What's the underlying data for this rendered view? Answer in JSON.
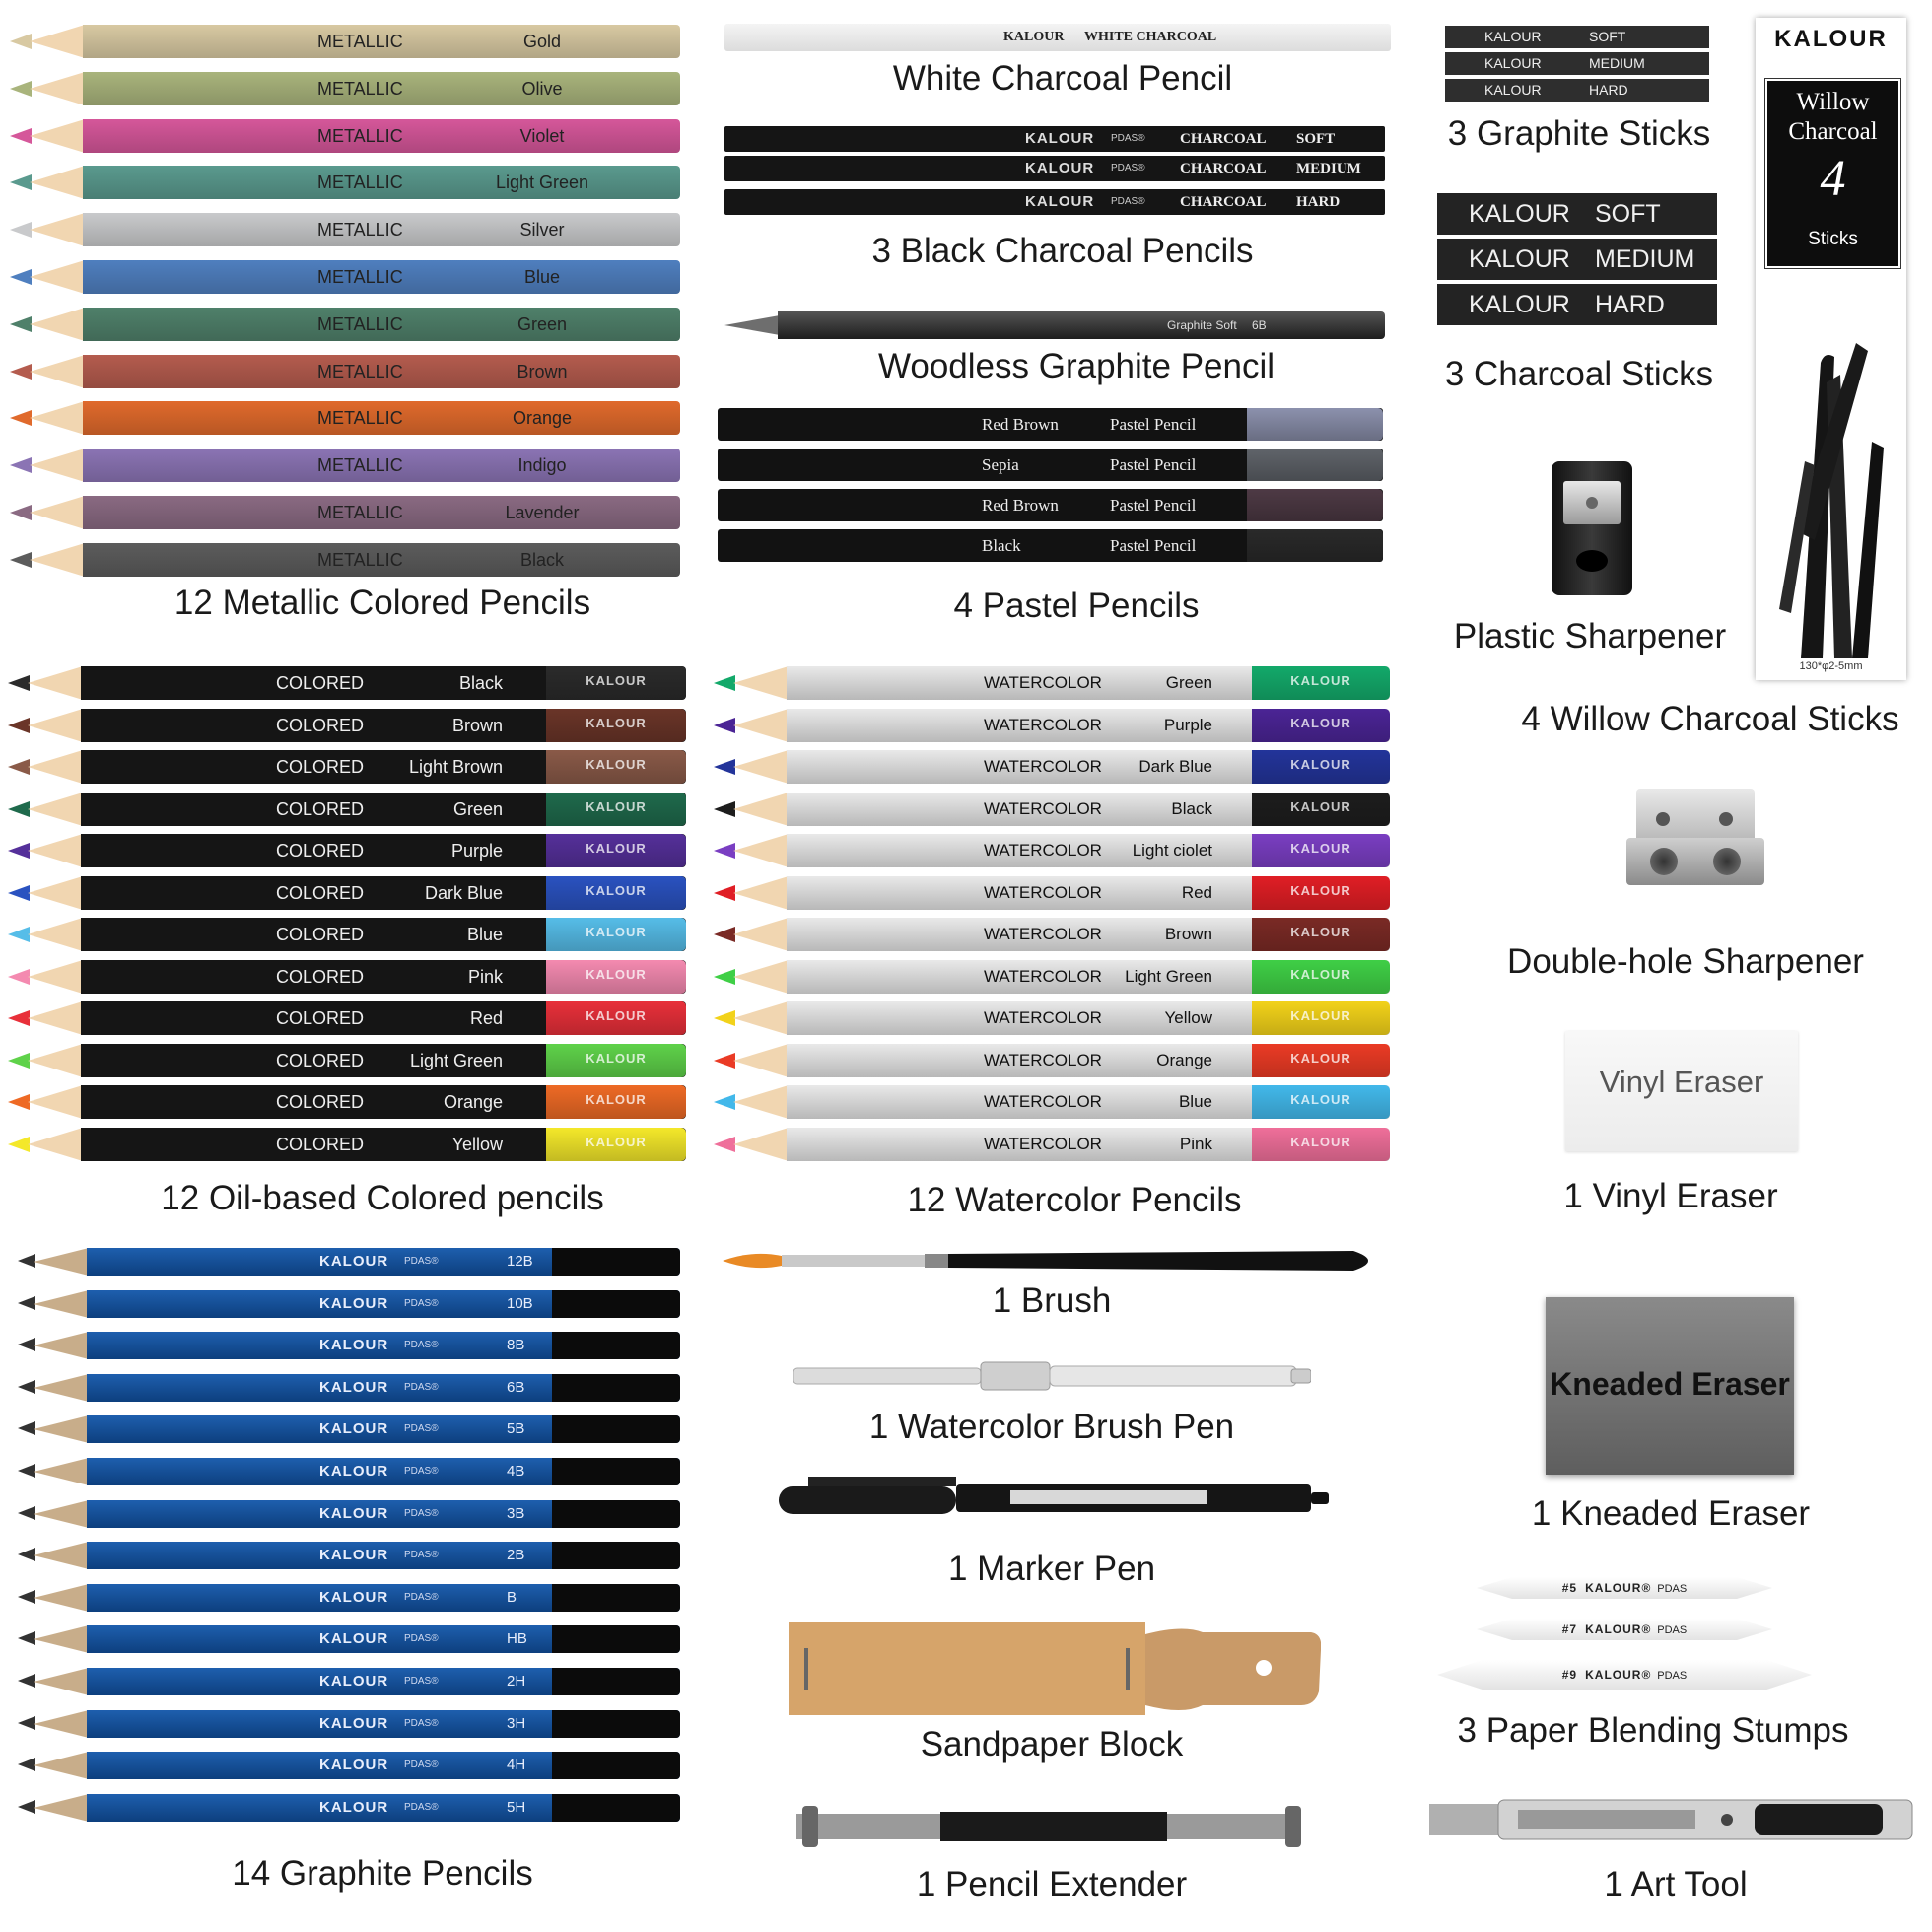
{
  "captions": {
    "metallic": "12 Metallic Colored Pencils",
    "white_charcoal": "White Charcoal Pencil",
    "black_charcoal": "3 Black Charcoal Pencils",
    "woodless": "Woodless Graphite Pencil",
    "pastel": "4 Pastel Pencils",
    "graphite_sticks": "3 Graphite Sticks",
    "charcoal_sticks": "3 Charcoal Sticks",
    "plastic_sharpener": "Plastic Sharpener",
    "willow": "4 Willow Charcoal Sticks",
    "oil": "12 Oil-based Colored pencils",
    "watercolor": "12 Watercolor Pencils",
    "double_sharpener": "Double-hole Sharpener",
    "vinyl": "1 Vinyl Eraser",
    "graphite": "14 Graphite Pencils",
    "brush": "1 Brush",
    "brush_pen": "1 Watercolor Brush Pen",
    "marker": "1 Marker Pen",
    "sandpaper": "Sandpaper Block",
    "extender": "1 Pencil Extender",
    "kneaded": "1 Kneaded Eraser",
    "stumps": "3  Paper Blending Stumps",
    "art_tool": "1 Art Tool"
  },
  "metallic": {
    "label": "METALLIC",
    "items": [
      {
        "name": "Gold",
        "color": "#d8c9a2"
      },
      {
        "name": "Olive",
        "color": "#a9b47c"
      },
      {
        "name": "Violet",
        "color": "#d5579a"
      },
      {
        "name": "Light Green",
        "color": "#5a9a8e"
      },
      {
        "name": "Silver",
        "color": "#c9cacc"
      },
      {
        "name": "Blue",
        "color": "#4f7fbf"
      },
      {
        "name": "Green",
        "color": "#4f806a"
      },
      {
        "name": "Brown",
        "color": "#b45c4e"
      },
      {
        "name": "Orange",
        "color": "#e06a2c"
      },
      {
        "name": "Indigo",
        "color": "#8b74b4"
      },
      {
        "name": "Lavender",
        "color": "#8a6a82"
      },
      {
        "name": "Black",
        "color": "#5c5c5c"
      }
    ]
  },
  "white_charcoal": {
    "brand": "KALOUR",
    "text": "WHITE CHARCOAL"
  },
  "black_charcoal": {
    "brand": "KALOUR",
    "sub": "PDAS®",
    "label": "CHARCOAL",
    "items": [
      "SOFT",
      "MEDIUM",
      "HARD"
    ]
  },
  "woodless": {
    "text": "Graphite Soft",
    "grade": "6B"
  },
  "pastel": {
    "label": "Pastel Pencil",
    "items": [
      {
        "name": "Red Brown",
        "color": "#8c91ad"
      },
      {
        "name": "Sepia",
        "color": "#60646a"
      },
      {
        "name": "Red Brown",
        "color": "#4e3a45"
      },
      {
        "name": "Black",
        "color": "#2a2a2a"
      }
    ]
  },
  "graphite_sticks": {
    "brand": "KALOUR",
    "items": [
      "SOFT",
      "MEDIUM",
      "HARD"
    ]
  },
  "charcoal_sticks": {
    "brand": "KALOUR",
    "items": [
      "SOFT",
      "MEDIUM",
      "HARD"
    ]
  },
  "willow_box": {
    "brand": "KALOUR",
    "line1": "Willow",
    "line2": "Charcoal",
    "number": "4",
    "line3": "Sticks",
    "size": "130*φ2-5mm"
  },
  "oil": {
    "label": "COLORED",
    "brand": "KALOUR",
    "items": [
      {
        "name": "Black",
        "color": "#2b2b2b"
      },
      {
        "name": "Brown",
        "color": "#6a3528"
      },
      {
        "name": "Light Brown",
        "color": "#8a5a48"
      },
      {
        "name": "Green",
        "color": "#1f6a4c"
      },
      {
        "name": "Purple",
        "color": "#55309a"
      },
      {
        "name": "Dark Blue",
        "color": "#2a52c0"
      },
      {
        "name": "Blue",
        "color": "#56bde8"
      },
      {
        "name": "Pink",
        "color": "#f48ab0"
      },
      {
        "name": "Red",
        "color": "#e8303a"
      },
      {
        "name": "Light Green",
        "color": "#5fd24a"
      },
      {
        "name": "Orange",
        "color": "#ee6a25"
      },
      {
        "name": "Yellow",
        "color": "#f4e82a"
      }
    ]
  },
  "watercolor": {
    "label": "WATERCOLOR",
    "brand": "KALOUR",
    "items": [
      {
        "name": "Green",
        "color": "#13a96a"
      },
      {
        "name": "Purple",
        "color": "#4b2495"
      },
      {
        "name": "Dark Blue",
        "color": "#23349a"
      },
      {
        "name": "Black",
        "color": "#1d1d1d"
      },
      {
        "name": "Light ciolet",
        "color": "#7a3ec2"
      },
      {
        "name": "Red",
        "color": "#e01e25"
      },
      {
        "name": "Brown",
        "color": "#7a2a25"
      },
      {
        "name": "Light Green",
        "color": "#3fcf46"
      },
      {
        "name": "Yellow",
        "color": "#f2d21a"
      },
      {
        "name": "Orange",
        "color": "#ea3b25"
      },
      {
        "name": "Blue",
        "color": "#42b8ea"
      },
      {
        "name": "Pink",
        "color": "#ef6f9a"
      }
    ]
  },
  "vinyl_label": "Vinyl Eraser",
  "kneaded_label": "Kneaded Eraser",
  "graphite": {
    "brand": "KALOUR",
    "sub": "PDAS®",
    "grades": [
      "12B",
      "10B",
      "8B",
      "6B",
      "5B",
      "4B",
      "3B",
      "2B",
      "B",
      "HB",
      "2H",
      "3H",
      "4H",
      "5H"
    ]
  },
  "stumps": [
    {
      "num": "#5",
      "brand": "KALOUR®",
      "sub": "PDAS"
    },
    {
      "num": "#7",
      "brand": "KALOUR®",
      "sub": "PDAS"
    },
    {
      "num": "#9",
      "brand": "KALOUR®",
      "sub": "PDAS"
    }
  ]
}
